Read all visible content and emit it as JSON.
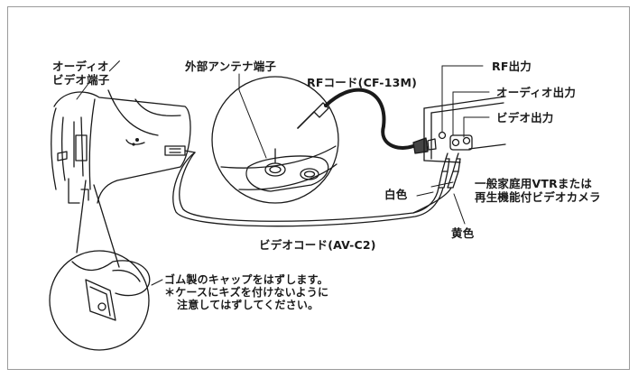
{
  "labels": {
    "audio_video_terminal": [
      "オーディオ／",
      "ビデオ端子"
    ],
    "external_antenna_terminal": "外部アンテナ端子",
    "rf_cord": "RFコード(CF-13M)",
    "rf_output": "RF出力",
    "audio_output": "オーディオ出力",
    "video_output": "ビデオ出力",
    "vtr_camera": [
      "一般家庭用VTRまたは",
      "再生機能付ビデオカメラ"
    ],
    "white": "白色",
    "yellow": "黄色",
    "video_cord": "ビデオコード(AV-C2)"
  },
  "notes": [
    "ゴム製のキャップをはずします。",
    "＊ケースにキズを付けないように",
    "注意してはずしてください。"
  ]
}
